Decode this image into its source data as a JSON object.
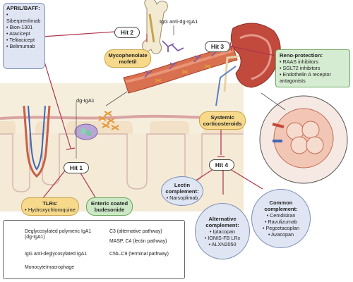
{
  "april": {
    "title": "APRIL/BAFF:",
    "items": [
      "Siberprenlimab",
      "Bion-1301",
      "Atacicept",
      "Telitacicept",
      "Belimumab"
    ]
  },
  "mmf": {
    "line1": "Mycophenolate",
    "line2": "mofetil"
  },
  "hits": {
    "hit1": "Hit 1",
    "hit2": "Hit 2",
    "hit3": "Hit 3",
    "hit4": "Hit 4"
  },
  "labels": {
    "igg": "IgG anti-dg-IgA1",
    "dgiga": "dg-IgA1"
  },
  "reno": {
    "title": "Reno-protection:",
    "items": [
      "RAAS inhibitors",
      "SGLT2 inhibitors",
      "Endothelin A receptor antagonists"
    ]
  },
  "steroid": {
    "line1": "Systemic",
    "line2": "corticosteroids"
  },
  "tlr": {
    "title": "TLRs:",
    "item": "Hydroxychloroquine"
  },
  "budesonide": {
    "line1": "Enteric coated",
    "line2": "budesonide"
  },
  "lectin": {
    "title": "Lectin",
    "title2": "complement:",
    "item": "Narsoplimab"
  },
  "alternative": {
    "title": "Alternative",
    "title2": "complement:",
    "items": [
      "Iptacopan",
      "IONIS-FB LRx",
      "ALXN2050"
    ]
  },
  "common": {
    "title": "Common",
    "title2": "complement:",
    "items": [
      "Cemdisiran",
      "Ravulizumab",
      "Pegcetacoplan",
      "Avacopan"
    ]
  },
  "legend": {
    "dg_iga1": "Deglycosylated polymeric IgA1",
    "dg_iga1_sub": "(dg-IgA1)",
    "igg_anti": "IgG anti-deglycosylated IgA1",
    "monocyte": "Monocyte/macrophage",
    "c3": "C3 (alternative pathway)",
    "masp": "MASP, C4 (lectin pathway)",
    "c5b": "C5b–C9 (terminal pathway)"
  },
  "colors": {
    "inhibit": "#b0344c",
    "box_fill": "#dfe5f3",
    "yellow": "#f7d98c",
    "green": "#cde8c6",
    "vessel": "#c8604a"
  }
}
